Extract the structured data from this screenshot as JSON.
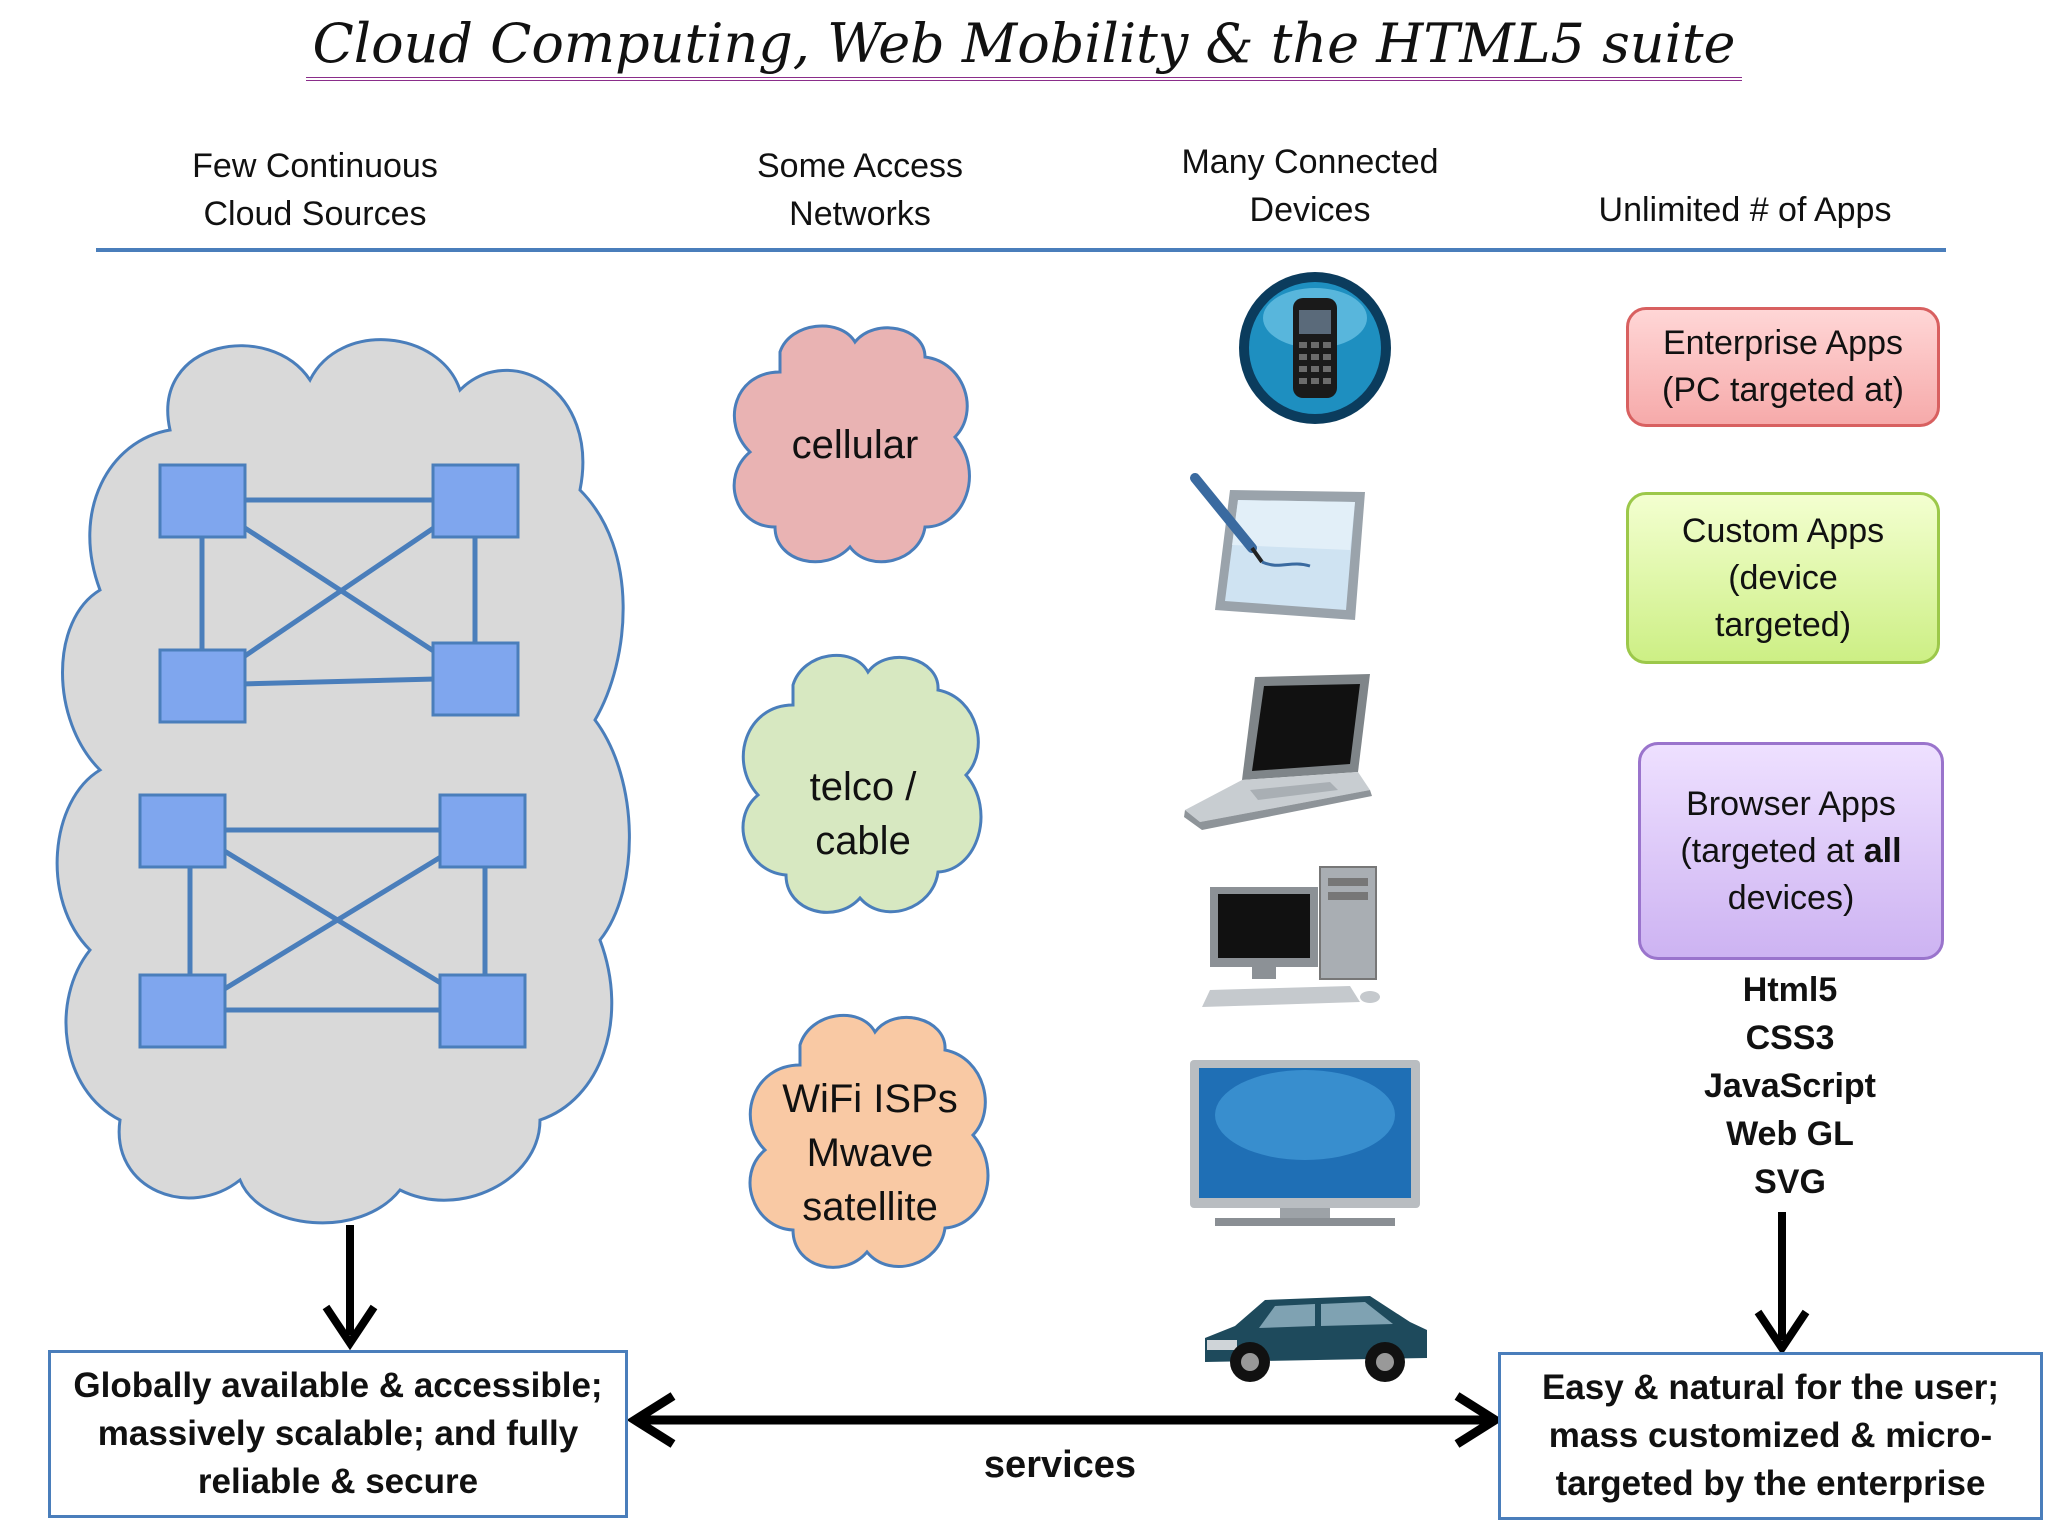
{
  "title": "Cloud Computing, Web Mobility & the HTML5 suite",
  "columns": [
    {
      "line1": "Few Continuous",
      "line2": "Cloud Sources"
    },
    {
      "line1": "Some Access",
      "line2": "Networks"
    },
    {
      "line1": "Many Connected",
      "line2": "Devices"
    },
    {
      "line1": "",
      "line2": "Unlimited # of Apps"
    }
  ],
  "networks": [
    {
      "lines": [
        "cellular"
      ],
      "color": "#e9b3b3",
      "stroke": "#4a7ebb"
    },
    {
      "lines": [
        "telco /",
        "cable"
      ],
      "color": "#d7e8c1",
      "stroke": "#4a7ebb"
    },
    {
      "lines": [
        "WiFi ISPs",
        "Mwave",
        "satellite"
      ],
      "color": "#f9c9a4",
      "stroke": "#4a7ebb"
    }
  ],
  "devices": [
    "phone-icon",
    "tablet-pen-icon",
    "laptop-icon",
    "desktop-computer-icon",
    "flat-screen-tv-icon",
    "car-icon"
  ],
  "apps": {
    "enterprise": [
      "Enterprise Apps",
      "(PC targeted at)"
    ],
    "custom": [
      "Custom Apps",
      "(device",
      "targeted)"
    ],
    "browser": {
      "line1": "Browser Apps",
      "line2_pre": "(targeted at ",
      "line2_bold": "all",
      "line3": "devices)"
    }
  },
  "technologies": [
    "Html5",
    "CSS3",
    "JavaScript",
    "Web GL",
    "SVG"
  ],
  "bottom": {
    "left": [
      "Globally available & accessible;",
      "massively scalable; and fully",
      "reliable & secure"
    ],
    "right": [
      "Easy & natural for the user;",
      "mass customized & micro-",
      "targeted by the enterprise"
    ],
    "services": "services"
  },
  "colors": {
    "accent_blue": "#4a7ebb",
    "cloud_fill": "#d9d9d9",
    "node_fill": "#7fa6ee",
    "title_underline": "#8a2d8a"
  }
}
